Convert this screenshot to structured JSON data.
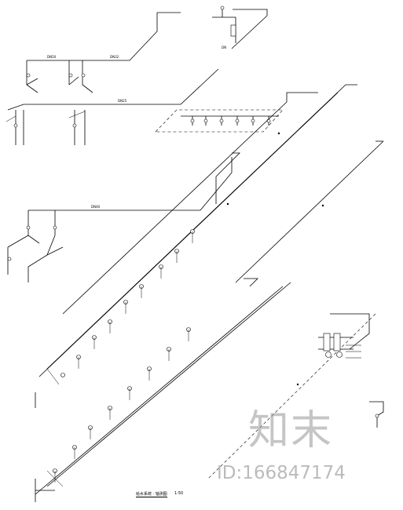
{
  "diagram": {
    "title": "给水系统 · 轴测图",
    "scale": "1:50"
  },
  "watermark": {
    "brand": "知末",
    "id_text": "ID:166847174"
  },
  "colors": {
    "line": "#000000",
    "background": "#ffffff",
    "watermark": "#969696"
  }
}
